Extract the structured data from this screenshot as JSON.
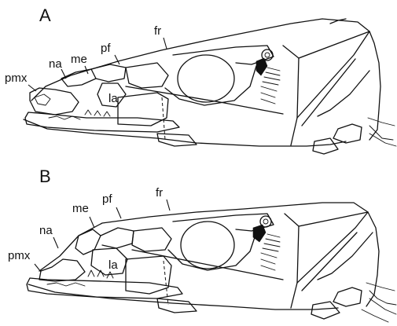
{
  "panels": [
    {
      "letter": "A",
      "labels": {
        "pmx": "pmx",
        "na": "na",
        "me": "me",
        "pf": "pf",
        "fr": "fr",
        "la": "la"
      }
    },
    {
      "letter": "B",
      "labels": {
        "pmx": "pmx",
        "na": "na",
        "me": "me",
        "pf": "pf",
        "fr": "fr",
        "la": "la"
      }
    }
  ]
}
